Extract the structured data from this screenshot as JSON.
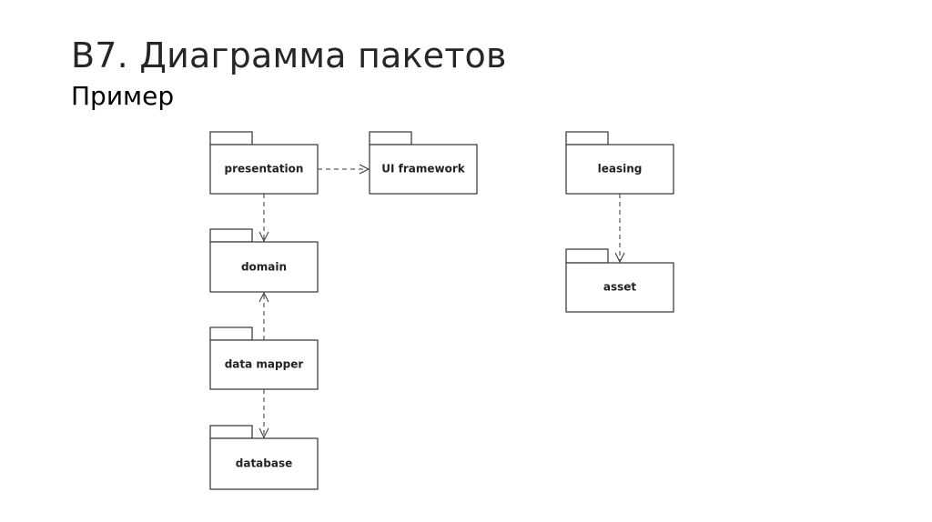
{
  "slide": {
    "title": "В7. Диаграмма пакетов",
    "subtitle": "Пример"
  },
  "packages": {
    "presentation": "presentation",
    "ui_framework": "UI framework",
    "domain": "domain",
    "data_mapper": "data mapper",
    "database": "database",
    "leasing": "leasing",
    "asset": "asset"
  },
  "dependencies": [
    {
      "from": "presentation",
      "to": "UI framework"
    },
    {
      "from": "presentation",
      "to": "domain"
    },
    {
      "from": "data mapper",
      "to": "domain"
    },
    {
      "from": "data mapper",
      "to": "database"
    },
    {
      "from": "leasing",
      "to": "asset"
    }
  ]
}
